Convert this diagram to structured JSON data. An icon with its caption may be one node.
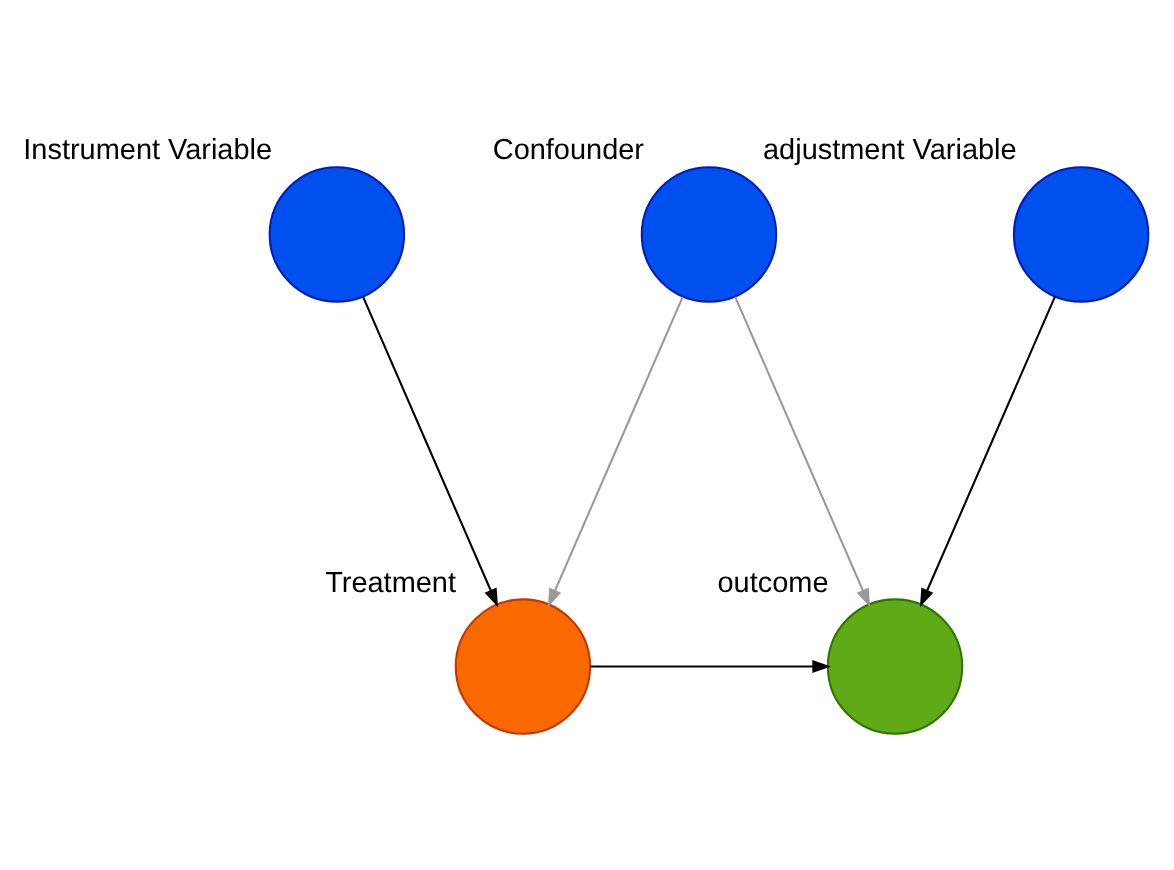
{
  "diagram": {
    "nodes": [
      {
        "text": [
          "Instrument Variable"
        ]
      },
      {
        "text": [
          "Confounder"
        ]
      },
      {
        "text": [
          "adjustment Variable"
        ]
      },
      {
        "text": [
          "Treatment"
        ]
      },
      {
        "text": [
          "outcome"
        ]
      }
    ],
    "edges": [
      {
        "from": 0,
        "to": 3,
        "arrow": "to"
      },
      {
        "from": 1,
        "to": 3,
        "arrow": "to",
        "color": "#999999"
      },
      {
        "from": 1,
        "to": 4,
        "arrow": "to",
        "color": "#999999"
      },
      {
        "from": 2,
        "to": 4,
        "arrow": "to"
      },
      {
        "from": 3,
        "to": 4,
        "arrow": "to"
      }
    ]
  }
}
